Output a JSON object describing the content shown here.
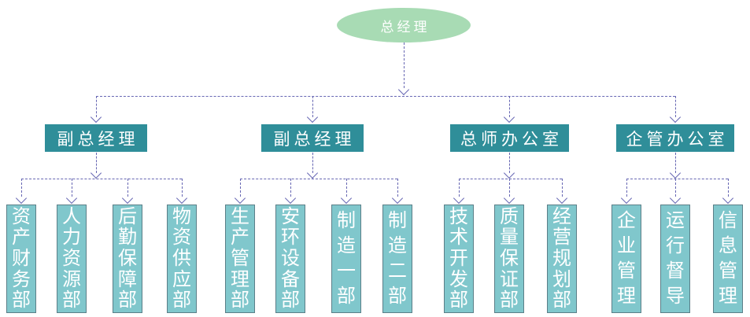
{
  "chart": {
    "root": {
      "label": "总经理"
    },
    "level2": [
      {
        "label": "副总经理"
      },
      {
        "label": "副总经理"
      },
      {
        "label": "总师办公室"
      },
      {
        "label": "企管办公室"
      }
    ],
    "departments": [
      {
        "label": "资产财务部"
      },
      {
        "label": "人力资源部"
      },
      {
        "label": "后勤保障部"
      },
      {
        "label": "物资供应部"
      },
      {
        "label": "生产管理部"
      },
      {
        "label": "安环设备部"
      },
      {
        "label": "制造一部"
      },
      {
        "label": "制造二部"
      },
      {
        "label": "技术开发部"
      },
      {
        "label": "质量保证部"
      },
      {
        "label": "经营规划部"
      },
      {
        "label": "企业管理"
      },
      {
        "label": "运行督导"
      },
      {
        "label": "信息管理"
      }
    ]
  },
  "colors": {
    "root_fill": "#a8dbb4",
    "level2_fill": "#2f8e99",
    "department_fill": "#80c7cc",
    "department_border": "#5b7f88",
    "connector": "#6767b3",
    "text": "#ffffff"
  }
}
